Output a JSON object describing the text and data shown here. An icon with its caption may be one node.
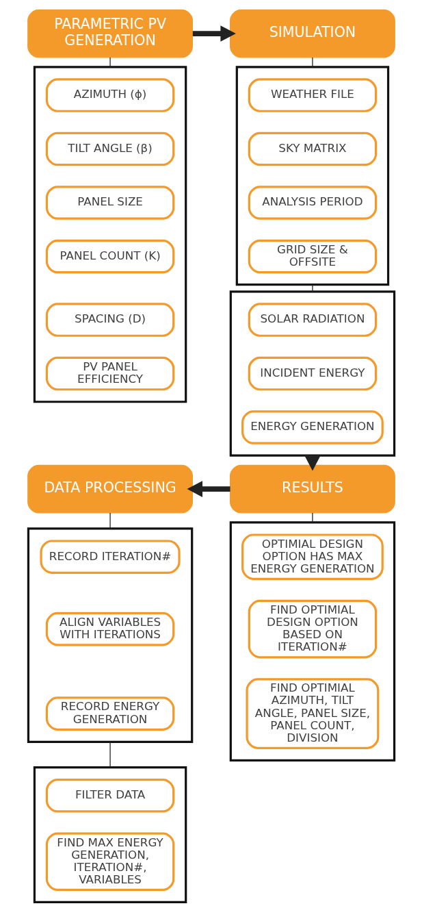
{
  "diagram": {
    "nodes": [
      {
        "text": [
          "PARAMETRIC PV GENERATION"
        ]
      },
      {
        "text": [],
        "shape": "box"
      },
      {
        "text": [
          "AZIMUTH (ϕ)"
        ],
        "in": 1
      },
      {
        "text": [
          "TILT ANGLE (β)"
        ],
        "in": 1
      },
      {
        "text": [
          "PANEL SIZE"
        ],
        "in": 1
      },
      {
        "text": [
          "PANEL COUNT (K)"
        ],
        "in": 1
      },
      {
        "text": [
          "SPACING (D)"
        ],
        "in": 1
      },
      {
        "text": [
          "PV PANEL EFFICIENCY"
        ],
        "in": 1
      },
      {
        "text": [
          "SIMULATION"
        ]
      },
      {
        "text": [],
        "shape": "box"
      },
      {
        "text": [
          "WEATHER FILE"
        ],
        "in": 9
      },
      {
        "text": [
          "SKY MATRIX"
        ],
        "in": 9
      },
      {
        "text": [
          "ANALYSIS PERIOD"
        ],
        "in": 9
      },
      {
        "text": [
          "GRID SIZE & OFFSITE"
        ],
        "in": 9
      },
      {
        "text": [],
        "shape": "box"
      },
      {
        "text": [
          "SOLAR RADIATION"
        ],
        "in": 14
      },
      {
        "text": [
          "INCIDENT ENERGY"
        ],
        "in": 14
      },
      {
        "text": [
          "ENERGY GENERATION"
        ],
        "in": 14
      },
      {
        "text": [
          "DATA PROCESSING"
        ]
      },
      {
        "text": [],
        "shape": "box"
      },
      {
        "text": [
          "RECORD ITERATION#"
        ],
        "in": 19
      },
      {
        "text": [
          "ALIGN VARIABLES WITH ITERATIONS"
        ],
        "in": 19
      },
      {
        "text": [
          "RECORD ENERGY GENERATION"
        ],
        "in": 19
      },
      {
        "text": [],
        "shape": "box"
      },
      {
        "text": [
          "FILTER DATA"
        ],
        "in": 23
      },
      {
        "text": [
          "FIND MAX ENERGY GENERATION, ITERATION#, VARIABLES"
        ],
        "in": 23
      },
      {
        "text": [
          "RESULTS"
        ]
      },
      {
        "text": [],
        "shape": "box"
      },
      {
        "text": [
          "OPTIMIAL DESIGN OPTION HAS MAX ENERGY GENERATION"
        ],
        "in": 27
      },
      {
        "text": [
          "FIND OPTIMIAL DESIGN OPTION BASED ON ITERATION#"
        ],
        "in": 27
      },
      {
        "text": [
          "FIND OPTIMIAL AZIMUTH, TILT ANGLE, PANEL SIZE, PANEL COUNT, DIVISION"
        ],
        "in": 27
      }
    ],
    "edges": [
      {
        "from": 0,
        "to": 8,
        "arrow": "to",
        "style": "thick"
      },
      {
        "from": 0,
        "to": 1,
        "arrow": "none"
      },
      {
        "from": 8,
        "to": 9,
        "arrow": "none"
      },
      {
        "from": 9,
        "to": 14,
        "arrow": "none"
      },
      {
        "from": 14,
        "to": 26,
        "arrow": "to",
        "style": "thick"
      },
      {
        "from": 26,
        "to": 18,
        "arrow": "to",
        "style": "thick"
      },
      {
        "from": 18,
        "to": 19,
        "arrow": "none"
      },
      {
        "from": 19,
        "to": 23,
        "arrow": "none"
      },
      {
        "from": 26,
        "to": 27,
        "arrow": "none"
      }
    ]
  }
}
